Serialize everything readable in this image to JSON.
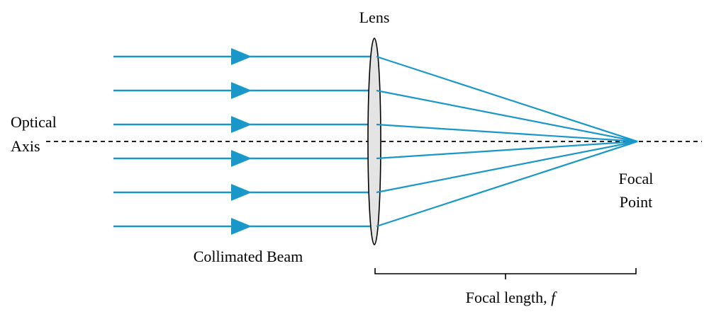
{
  "labels": {
    "lens": "Lens",
    "optical_axis_line1": "Optical",
    "optical_axis_line2": "Axis",
    "focal_point_line1": "Focal",
    "focal_point_line2": "Point",
    "collimated_beam": "Collimated Beam",
    "focal_length": "Focal length, ",
    "focal_length_symbol": "f"
  },
  "colors": {
    "beam": "#1a97c9",
    "axis": "#000000",
    "lens_fill": "#e4e4e4",
    "lens_stroke": "#000000",
    "text": "#000000"
  },
  "beam": {
    "ray_count": 6
  }
}
